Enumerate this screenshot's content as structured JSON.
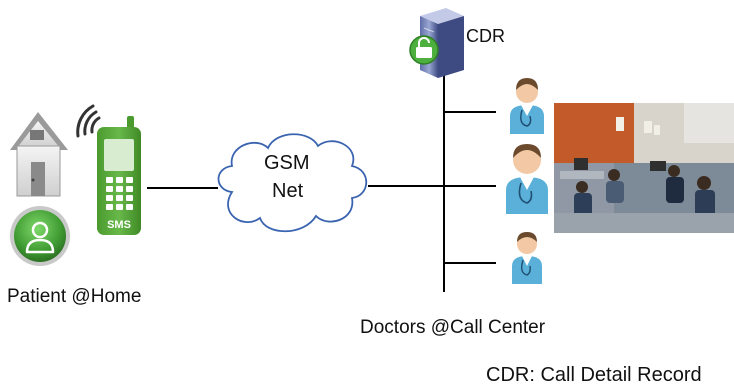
{
  "patient": {
    "label": "Patient @Home",
    "sms_label": "SMS"
  },
  "network": {
    "line1": "GSM",
    "line2": "Net"
  },
  "cdr": {
    "label": "CDR"
  },
  "call_center": {
    "label": "Doctors @Call Center"
  },
  "legend": {
    "text": "CDR: Call Detail Record"
  },
  "colors": {
    "phone_green": "#5aa63c",
    "avatar_green": "#4caf3e",
    "doctor_blue": "#5ab0d8",
    "house_gray": "#8e8e8e",
    "line": "#000000"
  },
  "icons": [
    "house-icon",
    "signal-waves-icon",
    "mobile-phone-icon",
    "patient-avatar-icon",
    "cloud-icon",
    "server-icon",
    "lock-icon",
    "doctor-icon",
    "call-center-photo"
  ]
}
